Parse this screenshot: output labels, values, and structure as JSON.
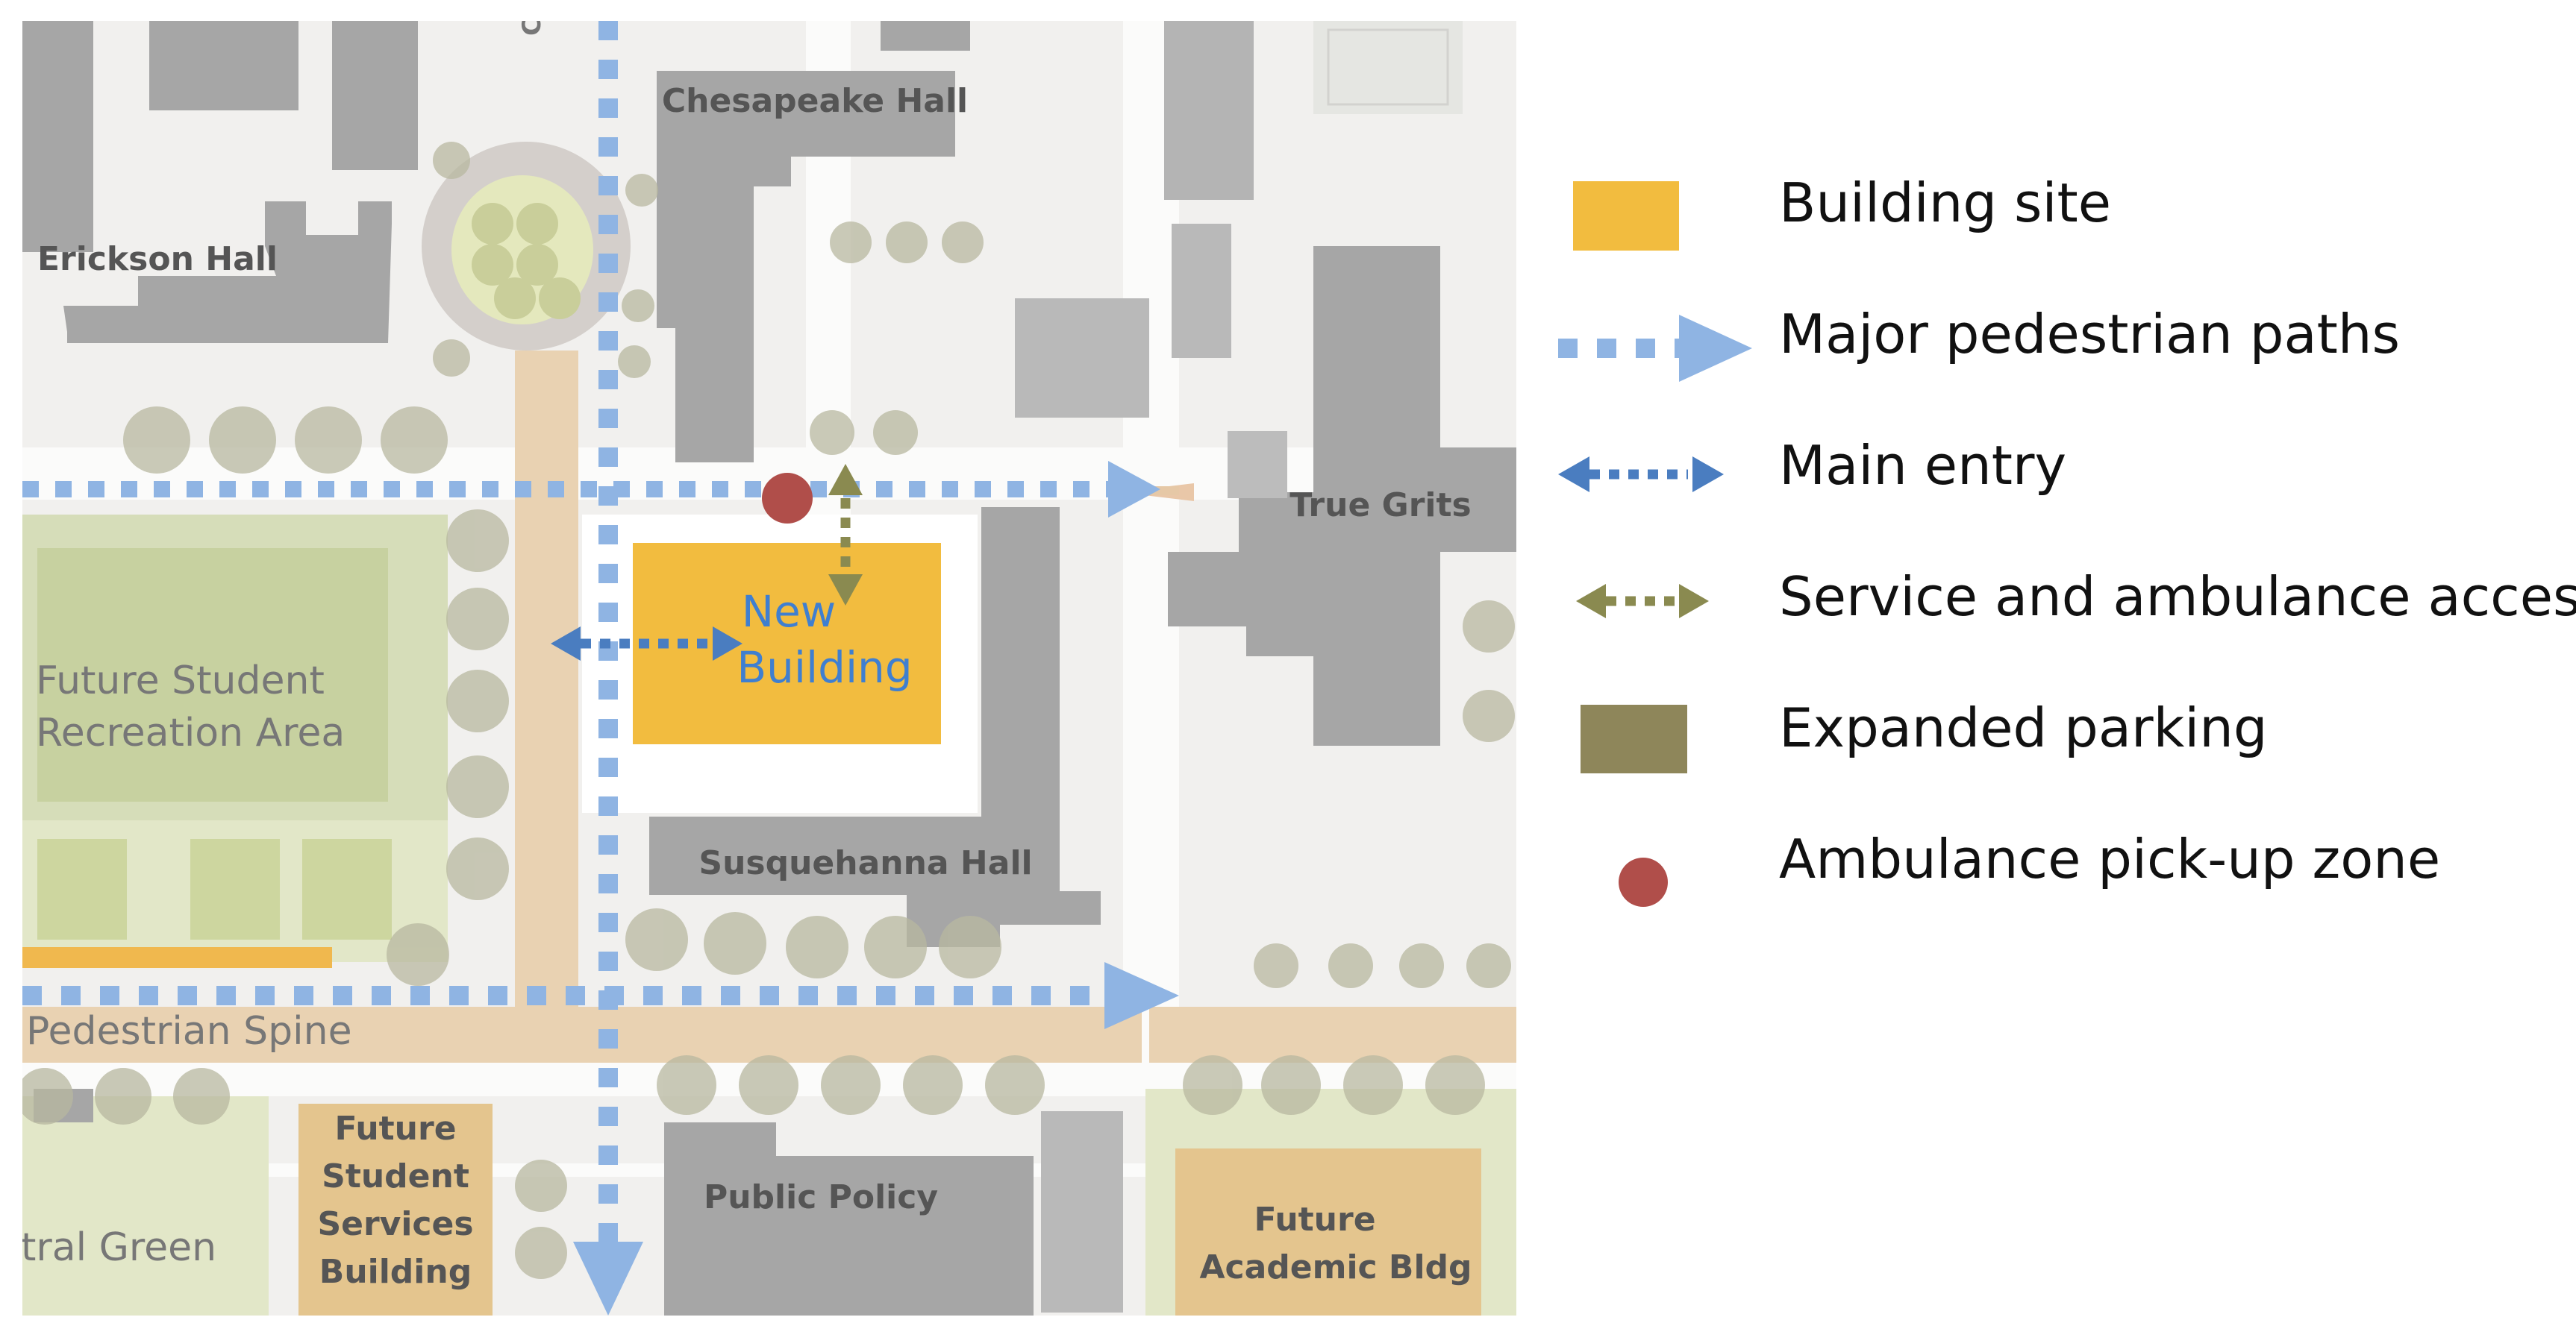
{
  "map": {
    "labels": {
      "chesapeake": "Chesapeake Hall",
      "erickson": "Erickson Hall",
      "true_grits": "True Grits",
      "susquehanna": "Susquehanna Hall",
      "public_policy": "Public Policy",
      "new_building_1": "New",
      "new_building_2": "Building",
      "rec_area_1": "Future Student",
      "rec_area_2": "Recreation Area",
      "spine": "Pedestrian Spine",
      "central_green": "tral Green",
      "services_1": "Future",
      "services_2": "Student",
      "services_3": "Services",
      "services_4": "Building",
      "academic_1": "Future",
      "academic_2": "Academic Bldg",
      "edge_letter": "C"
    }
  },
  "legend": {
    "building_site": "Building site",
    "pedestrian_paths": "Major pedestrian paths",
    "main_entry": "Main entry",
    "service_access": "Service and ambulance access",
    "expanded_parking": "Expanded parking",
    "ambulance_zone": "Ambulance pick-up zone"
  },
  "colors": {
    "building_site": "#F2BC3F",
    "pedestrian_path": "#8FB4E3",
    "main_entry": "#4A7DC0",
    "service_access": "#8A8A50",
    "expanded_parking": "#8E865A",
    "ambulance_zone": "#B04E4A",
    "building": "#A6A6A6",
    "path_tan": "#E9D2B2"
  }
}
